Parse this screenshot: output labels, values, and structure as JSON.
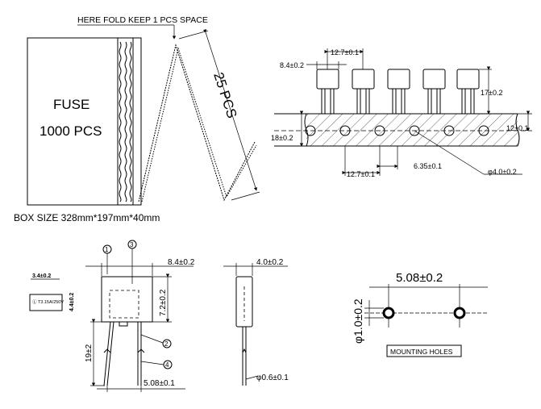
{
  "packaging": {
    "fold_note": "HERE FOLD KEEP 1 PCS SPACE",
    "box_label_line1": "FUSE",
    "box_label_line2": "1000 PCS",
    "strip_count": "25 PCS",
    "box_size": "BOX SIZE 328mm*197mm*40mm"
  },
  "tape": {
    "pitch_top": "12.7±0.1",
    "body_width": "8.4±0.2",
    "body_height": "17±0.2",
    "tape_width": "18±0.2",
    "hole_offset": "12±0.1",
    "pitch_bottom": "12.7±0.1",
    "hole_spacing": "6.35±0.1",
    "hole_dia": "φ4.0±0.2"
  },
  "fuse_detail": {
    "callout_1": "1",
    "callout_2": "2",
    "callout_3": "3",
    "callout_4": "4",
    "width": "8.4±0.2",
    "height": "7.2±0.2",
    "lead_length": "19±2",
    "lead_spacing": "5.08±0.1",
    "side_width": "4.0±0.2",
    "lead_dia": "φ0.6±0.1",
    "small_width": "3.4±0.2",
    "small_height": "4.4±0.2",
    "marking": "Ⓛ T3.15A/250V"
  },
  "mounting": {
    "spacing": "5.08±0.2",
    "hole_dia": "φ1.0±0.2",
    "label": "MOUNTING HOLES"
  }
}
